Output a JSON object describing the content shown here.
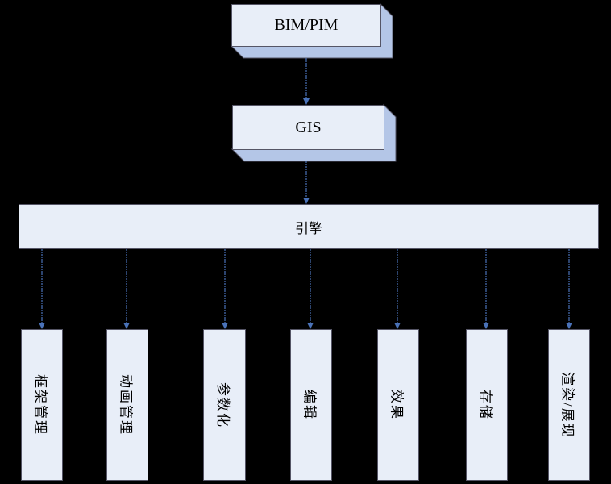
{
  "nodes": {
    "bim": "BIM/PIM",
    "gis": "GIS",
    "engine": "引擎",
    "modules": [
      "框架管理",
      "动画管理",
      "参数化",
      "编辑",
      "效果",
      "存储",
      "渲染/展现"
    ]
  },
  "colors": {
    "box_fill": "#e8eef8",
    "extrusion": "#b4c6e7",
    "arrow": "#4a72b8",
    "background": "#000000"
  }
}
